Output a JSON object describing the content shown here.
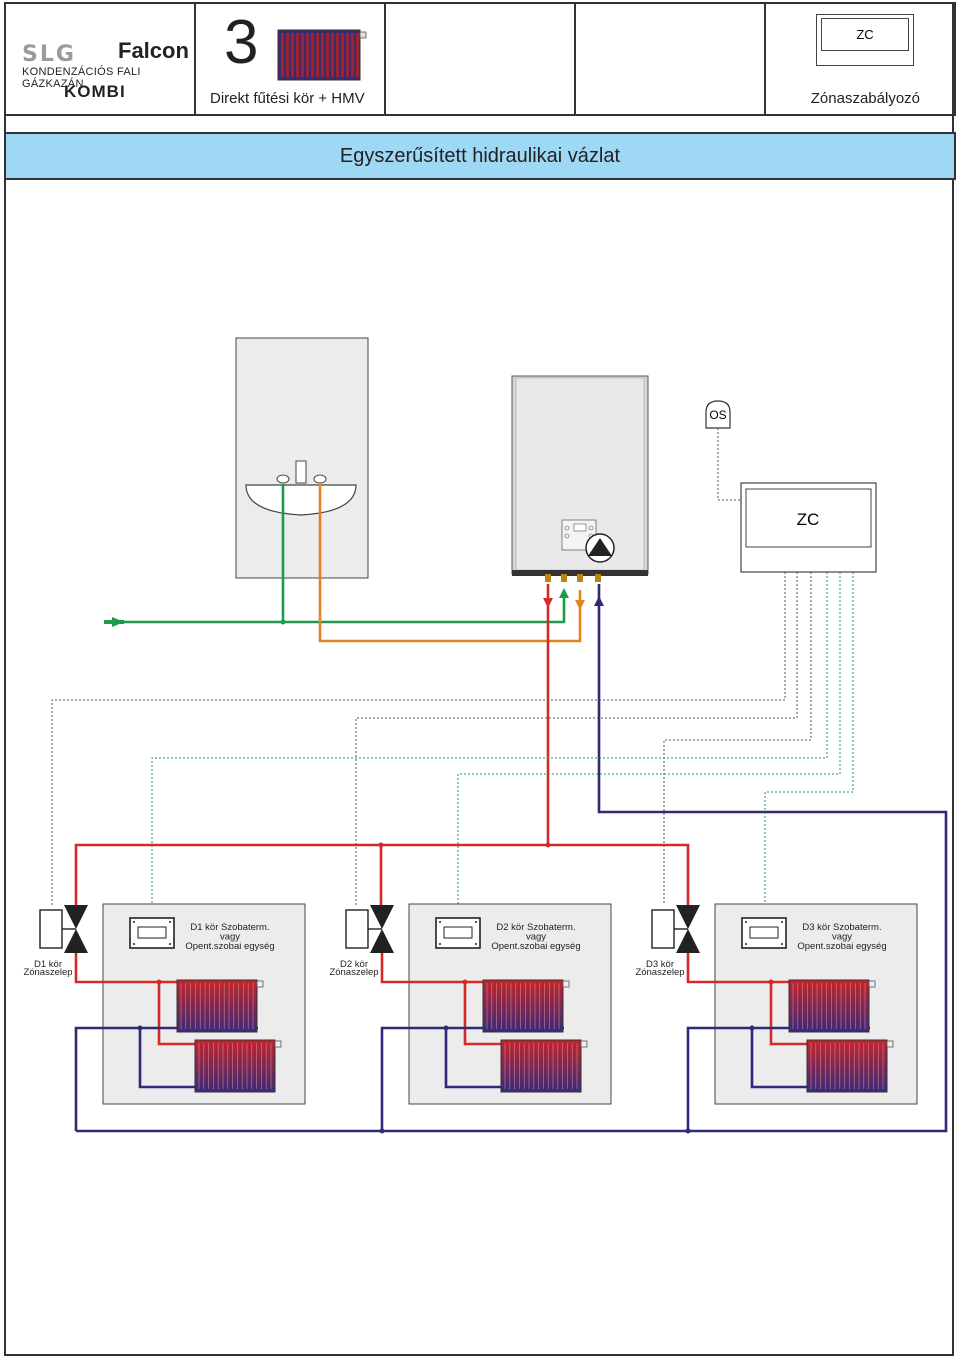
{
  "header": {
    "logo_brand": "SLG",
    "logo_name": "Falcon",
    "logo_subtitle": "KONDENZÁCIÓS FALI GÁZKAZÁN",
    "logo_kombi": "KOMBI",
    "scheme_number": "3",
    "scheme_label": "Direkt fűtési kör + HMV",
    "zc_device_label": "ZC",
    "zone_controller_label": "Zónaszabályozó"
  },
  "title": "Egyszerűsített hidraulikai vázlat",
  "diagram": {
    "outdoor_sensor": "OS",
    "zone_controller": "ZC",
    "zones": [
      {
        "valve_label_line1": "D1 kör",
        "valve_label_line2": "Zónaszelep",
        "thermostat_line1": "D1 kör Szobaterm.",
        "thermostat_line2": "vagy",
        "thermostat_line3": "Opent.szobai egység"
      },
      {
        "valve_label_line1": "D2 kör",
        "valve_label_line2": "Zónaszelep",
        "thermostat_line1": "D2 kör Szobaterm.",
        "thermostat_line2": "vagy",
        "thermostat_line3": "Opent.szobai egység"
      },
      {
        "valve_label_line1": "D3 kör",
        "valve_label_line2": "Zónaszelep",
        "thermostat_line1": "D3 kör Szobaterm.",
        "thermostat_line2": "vagy",
        "thermostat_line3": "Opent.szobai egység"
      }
    ],
    "colors": {
      "flow": "#d42a2a",
      "return": "#2e2a7a",
      "cold_water": "#1f9a4a",
      "hot_water": "#e0861c",
      "signal_grey": "#555555",
      "signal_green": "#1f9a4a",
      "zone_bg": "#ececec",
      "title_bg": "#9ed8f5"
    }
  }
}
